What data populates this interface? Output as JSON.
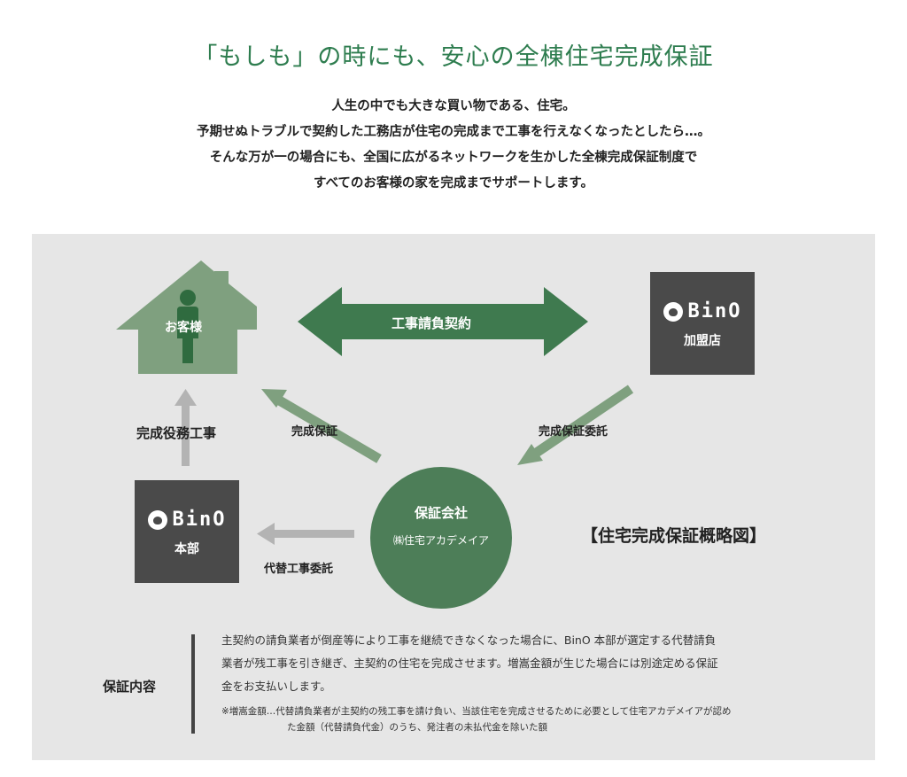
{
  "title": "「もしも」の時にも、安心の全棟住宅完成保証",
  "lead": [
    "人生の中でも大きな買い物である、住宅。",
    "予期せぬトラブルで契約した工務店が住宅の完成まで工事を行えなくなったとしたら…。",
    "そんな万が一の場合にも、全国に広がるネットワークを生かした全棟完成保証制度で",
    "すべてのお客様の家を完成までサポートします。"
  ],
  "diagram": {
    "customer": "お客様",
    "contract_arrow": "工事請負契約",
    "member_store": {
      "logo": "BinO",
      "label": "加盟店"
    },
    "headquarters": {
      "logo": "BinO",
      "label": "本部"
    },
    "guarantor": {
      "label": "保証会社",
      "company": "㈱住宅アカデメイア"
    },
    "arrow_labels": {
      "completion_work": "完成役務工事",
      "completion_guarantee": "完成保証",
      "guarantee_commission": "完成保証委託",
      "substitute_commission": "代替工事委託"
    },
    "summary": "【住宅完成保証概略図】",
    "colors": {
      "green_dark": "#3f7a4f",
      "green_light": "#7fa07f",
      "gray_box": "#4a4a4a",
      "gray_arrow": "#b3b3b3"
    }
  },
  "guarantee": {
    "label": "保証内容",
    "body_lines": [
      "主契約の請負業者が倒産等により工事を継続できなくなった場合に、BinO 本部が選定する代替請負",
      "業者が残工事を引き継ぎ、主契約の住宅を完成させます。増嵩金額が生じた場合には別途定める保証",
      "金をお支払いします。"
    ],
    "note_lines": [
      "※増嵩金額…代替請負業者が主契約の残工事を請け負い、当該住宅を完成させるために必要として住宅アカデメイアが認め",
      "た金額（代替請負代金）のうち、発注者の未払代金を除いた額"
    ]
  }
}
